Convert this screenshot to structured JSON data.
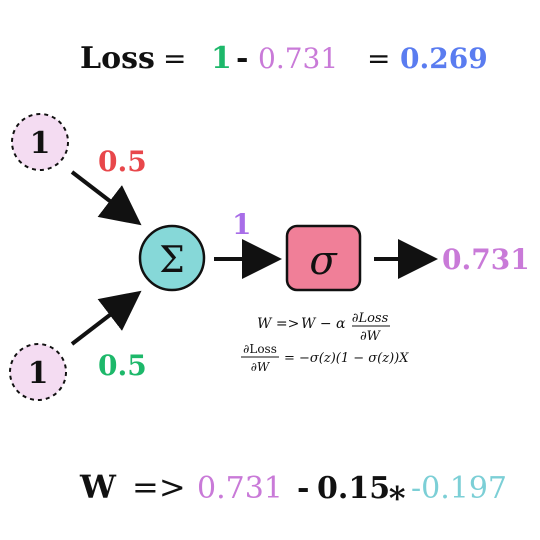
{
  "colors": {
    "green": "#1db86a",
    "purple": "#c97ad8",
    "blue": "#5a7cf0",
    "red": "#e8474b",
    "violet": "#a86de8",
    "cyan": "#7ccfd6",
    "black": "#111111",
    "input_fill": "#f4dcf2",
    "sum_fill": "#86d8d8",
    "sigmoid_fill": "#f07f98"
  },
  "loss_equation": {
    "label": "Loss",
    "equals": "=",
    "target": "1",
    "minus": "-",
    "prediction": "0.731",
    "equals2": "=",
    "result": "0.269"
  },
  "inputs": [
    {
      "value": "1"
    },
    {
      "value": "1"
    }
  ],
  "weights": [
    {
      "value": "0.5"
    },
    {
      "value": "0.5"
    }
  ],
  "sum_node": {
    "symbol": "Σ"
  },
  "sum_output": "1",
  "sigmoid_node": {
    "symbol": "σ"
  },
  "output_value": "0.731",
  "update_rule": {
    "lhs": "W =>",
    "rhs_prefix": "W − α",
    "frac_num": "∂Loss",
    "frac_den": "∂W"
  },
  "gradient": {
    "frac_num": "∂Loss",
    "frac_den": "∂W",
    "rhs": "= −σ(z)(1 − σ(z))X"
  },
  "weight_update": {
    "label": "W",
    "arrow": "=>",
    "old_weight": "0.731",
    "minus": "-",
    "lr": "0.15",
    "times": "∗",
    "grad": "-0.197"
  }
}
